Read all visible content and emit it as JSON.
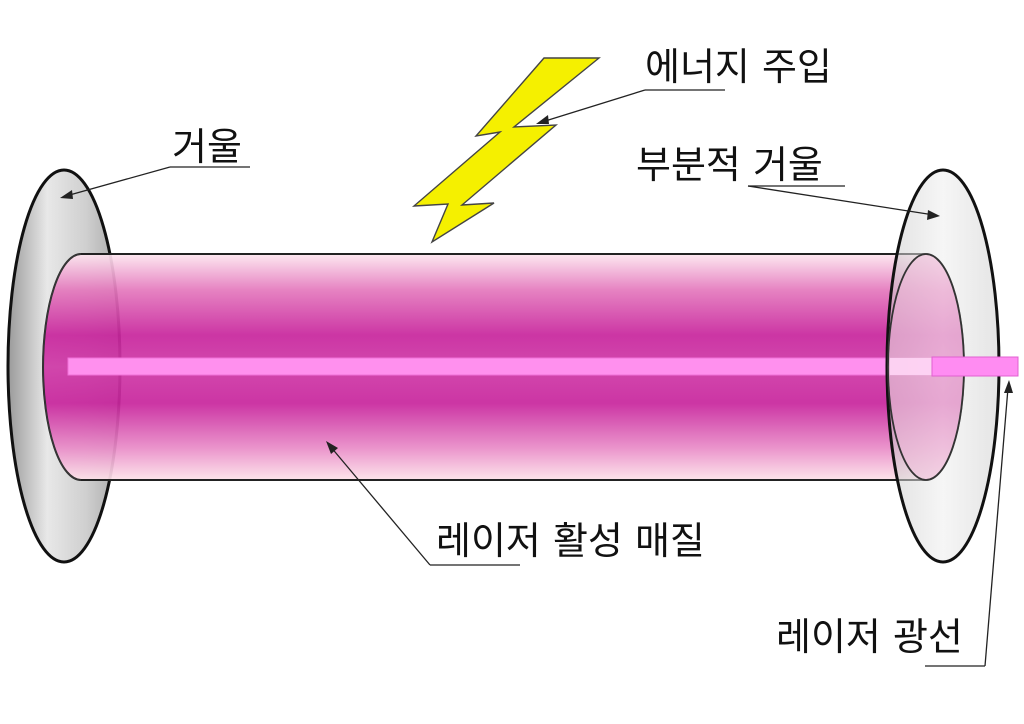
{
  "labels": {
    "energy_input": "에너지 주입",
    "mirror": "거울",
    "partial_mirror": "부분적 거울",
    "active_medium": "레이저 활성 매질",
    "laser_beam": "레이저 광선"
  },
  "colors": {
    "medium_dark": "#c8269d",
    "medium_light": "#fde0ec",
    "beam": "#ff8cf2",
    "mirror_fill": "#d4d4d4",
    "bolt_fill": "#f5f000",
    "line": "#222222"
  },
  "icons": {
    "energy": "lightning-bolt-icon"
  }
}
